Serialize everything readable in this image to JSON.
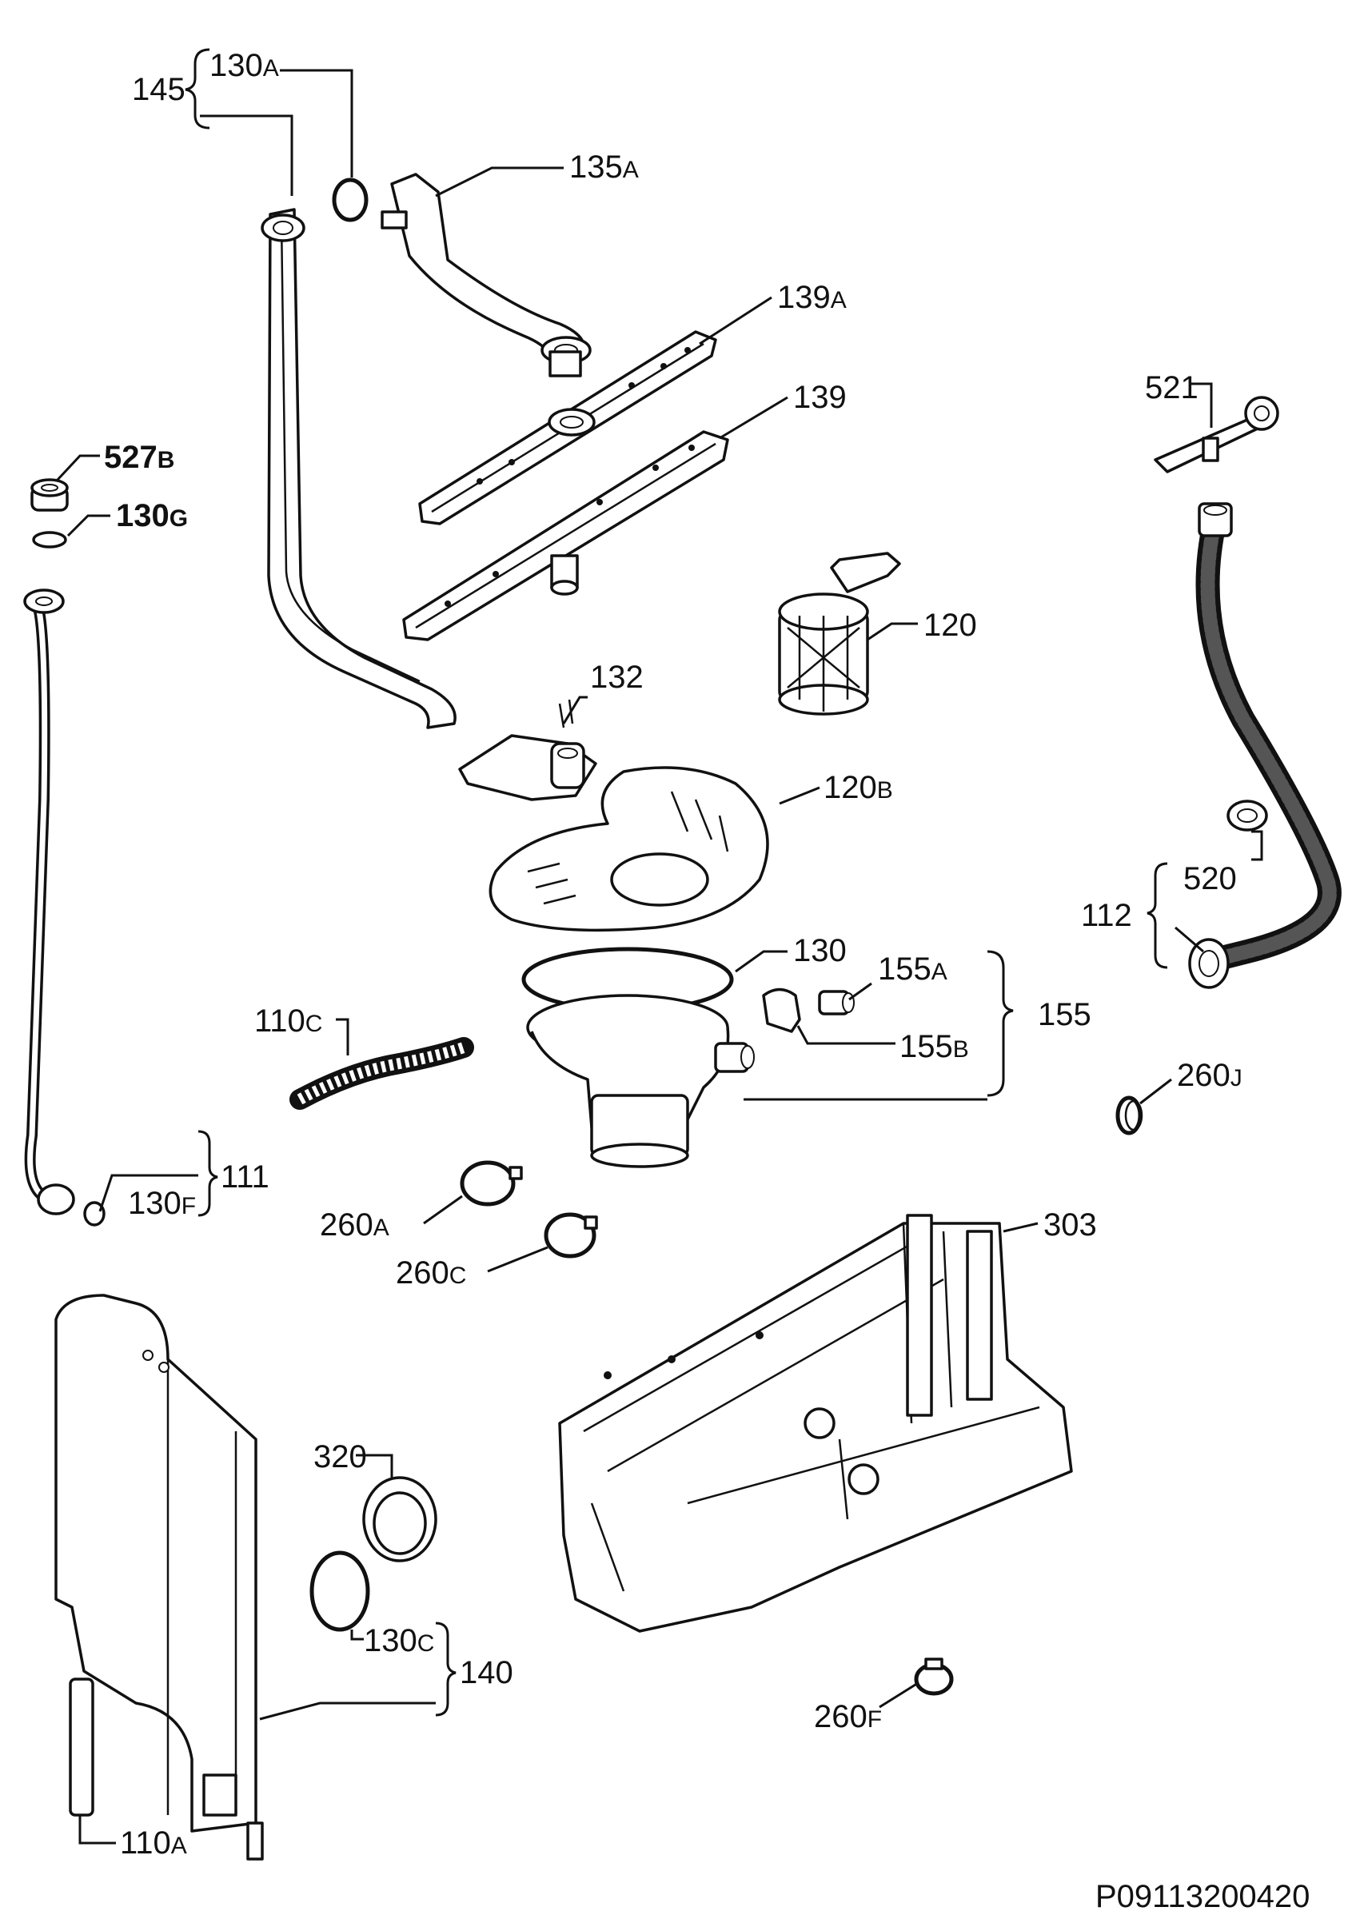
{
  "labels": {
    "l145": "145",
    "l130a": [
      "130",
      "A"
    ],
    "l135a": [
      "135",
      "A"
    ],
    "l139a": [
      "139",
      "A"
    ],
    "l139": "139",
    "l521": "521",
    "l527b": [
      "527",
      "B"
    ],
    "l130g": [
      "130",
      "G"
    ],
    "l120": "120",
    "l132": "132",
    "l120b": [
      "120",
      "B"
    ],
    "l520": "520",
    "l112": "112",
    "l130": "130",
    "l155a": [
      "155",
      "A"
    ],
    "l155": "155",
    "l155b": [
      "155",
      "B"
    ],
    "l110c": [
      "110",
      "C"
    ],
    "l260j": [
      "260",
      "J"
    ],
    "l130f": [
      "130",
      "F"
    ],
    "l111": "111",
    "l260a": [
      "260",
      "A"
    ],
    "l260c": [
      "260",
      "C"
    ],
    "l303": "303",
    "l320": "320",
    "l130c": [
      "130",
      "C"
    ],
    "l140": "140",
    "l260f": [
      "260",
      "F"
    ],
    "l110a": [
      "110",
      "A"
    ]
  },
  "diagram_code": "P09113200420"
}
